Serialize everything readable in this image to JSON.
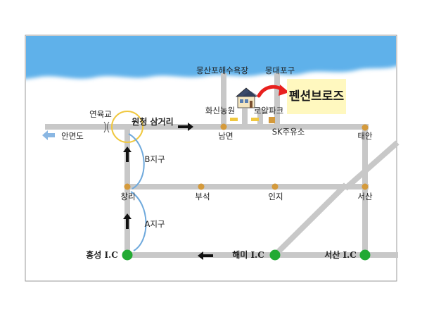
{
  "map": {
    "brand": "펜션브로즈",
    "colors": {
      "sea": "#5eb1ea",
      "road": "#c8c8c8",
      "land": "#ffffff",
      "node": "#d49a3c",
      "ic": "#22aa33",
      "marker": "#f0c840",
      "brand_bg": "#fff8bf",
      "arrow_red": "#e8201e",
      "curve": "#6fa9dc",
      "arrow_light": "#8ab7e3"
    },
    "labels": {
      "mongsan_beach": "몽산포해수욕장",
      "mongdae_port": "몽대포구",
      "hwasin_farm": "화신농원",
      "royal_park": "로얄파크",
      "yeonyukgyo": "연육교",
      "wonchung_junction": "원청 삼거리",
      "anmyeondo": "안면도",
      "nammyeon": "남면",
      "sk_station": "SK주유소",
      "taean": "태안",
      "b_district": "B지구",
      "changri": "창리",
      "buseok": "부석",
      "inji": "인지",
      "seosan": "서산",
      "a_district": "A지구",
      "hongseong_ic": "홍성 I.C",
      "haemi_ic": "해미 I.C",
      "seosan_ic": "서산 I.C"
    },
    "icons": {
      "pension": "house-icon",
      "to_pension": "curved-arrow-icon",
      "to_anmyeon": "left-arrow-icon"
    }
  }
}
